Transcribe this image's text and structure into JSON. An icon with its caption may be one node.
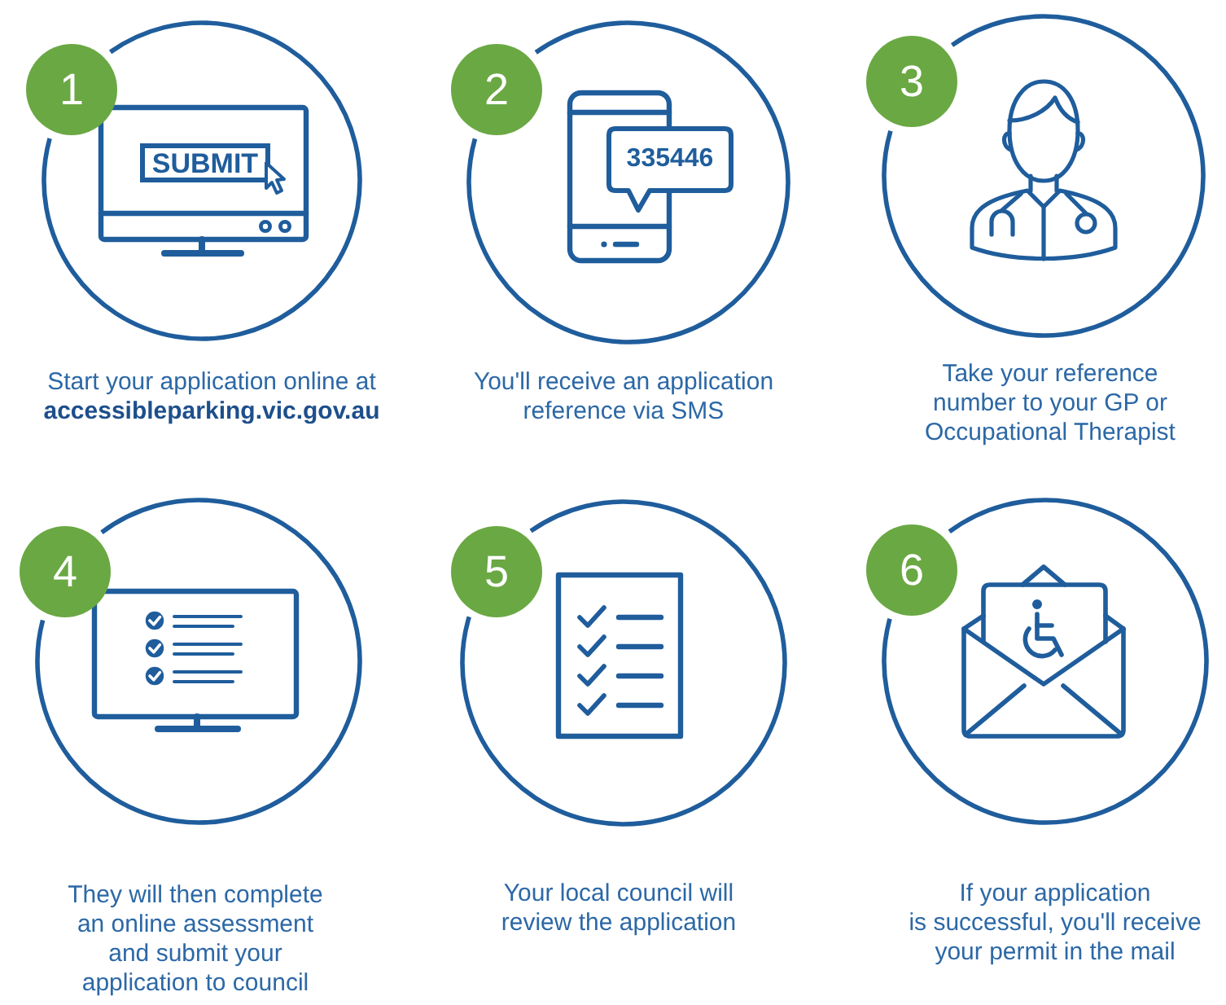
{
  "diagram": {
    "nodes": [
      {
        "text": [
          "1"
        ]
      },
      {
        "text": [],
        "shape": "circle",
        "beside": [
          "Start your application online at **accessibleparking.vic.gov.au**"
        ]
      },
      {
        "text": [
          "SUBMIT"
        ],
        "in": 1
      },
      {
        "text": [
          "2"
        ]
      },
      {
        "text": [],
        "shape": "circle",
        "beside": [
          "You'll receive an application reference via SMS"
        ]
      },
      {
        "text": [
          "335446"
        ],
        "in": 4
      },
      {
        "text": [
          "3"
        ]
      },
      {
        "text": [],
        "shape": "circle",
        "beside": [
          "Take your reference number to your GP or Occupational Therapist"
        ]
      },
      {
        "text": [
          "4"
        ]
      },
      {
        "text": [],
        "shape": "circle",
        "beside": [
          "They will then complete an online assessment and submit your application to council"
        ]
      },
      {
        "text": [
          "5"
        ]
      },
      {
        "text": [],
        "shape": "circle",
        "beside": [
          "Your local council will review the application"
        ]
      },
      {
        "text": [
          "6"
        ]
      },
      {
        "text": [],
        "shape": "circle",
        "beside": [
          "If your application is successful, you'll receive your permit in the mail"
        ]
      }
    ]
  }
}
